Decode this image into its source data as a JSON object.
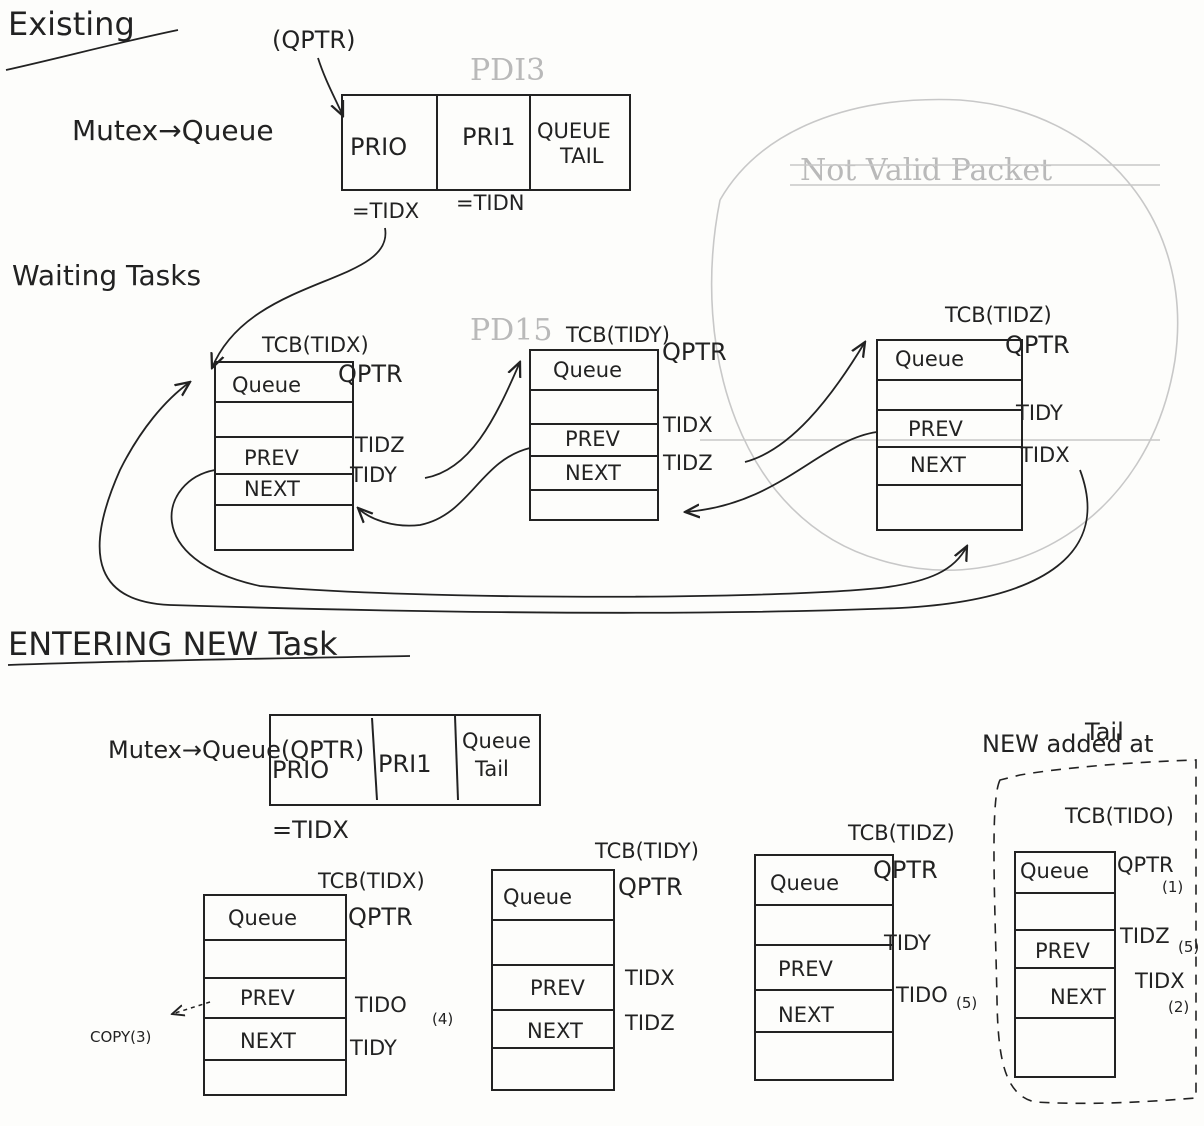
{
  "existing": {
    "heading": "Existing",
    "qptr_note": "(QPTR)",
    "mutex_label": "Mutex→Queue",
    "cells": [
      "PRIO",
      "PRI1",
      "QUEUE",
      "TAIL"
    ],
    "eq_tidx": "=TIDX",
    "eq_tidn": "=TIDN",
    "waiting_label": "Waiting Tasks",
    "tcbs": [
      {
        "title": "TCB(TIDX)",
        "queue": "Queue",
        "qptr": "QPTR",
        "prev": "PREV",
        "next": "NEXT",
        "prev_val": "TIDZ",
        "next_val": "TIDY"
      },
      {
        "title": "TCB(TIDY)",
        "queue": "Queue",
        "qptr": "QPTR",
        "prev": "PREV",
        "next": "NEXT",
        "prev_val": "TIDX",
        "next_val": "TIDZ"
      },
      {
        "title": "TCB(TIDZ)",
        "queue": "Queue",
        "qptr": "QPTR",
        "prev": "PREV",
        "next": "NEXT",
        "prev_val": "TIDY",
        "next_val": "TIDX"
      }
    ]
  },
  "entering": {
    "heading": "ENTERING NEW Task",
    "mutex_label": "Mutex→Queue(QPTR)",
    "cells": [
      "PRIO",
      "PRI1",
      "Queue",
      "Tail"
    ],
    "eq_tidx": "=TIDX",
    "new_note_line1": "NEW added at",
    "new_note_line2": "Tail",
    "copy_note": "COPY(3)",
    "tcbs": [
      {
        "title": "TCB(TIDX)",
        "queue": "Queue",
        "qptr": "QPTR",
        "prev": "PREV",
        "next": "NEXT",
        "prev_val": "TIDO",
        "prev_mark": "(4)",
        "next_val": "TIDY",
        "next_mark": ""
      },
      {
        "title": "TCB(TIDY)",
        "queue": "Queue",
        "qptr": "QPTR",
        "prev": "PREV",
        "next": "NEXT",
        "prev_val": "TIDX",
        "prev_mark": "",
        "next_val": "TIDZ",
        "next_mark": ""
      },
      {
        "title": "TCB(TIDZ)",
        "queue": "Queue",
        "qptr": "QPTR",
        "prev": "PREV",
        "next": "NEXT",
        "prev_val": "TIDY",
        "prev_mark": "",
        "next_val": "TIDO",
        "next_mark": "(5)"
      },
      {
        "title": "TCB(TIDO)",
        "queue": "Queue",
        "qptr": "QPTR",
        "qptr_mark": "(1)",
        "prev": "PREV",
        "next": "NEXT",
        "prev_val": "TIDZ",
        "prev_mark": "(5)",
        "next_val": "TIDX",
        "next_mark": "(2)"
      }
    ]
  },
  "background_scribbles": [
    "PDI3",
    "PD15",
    "Not Valid Packet"
  ]
}
